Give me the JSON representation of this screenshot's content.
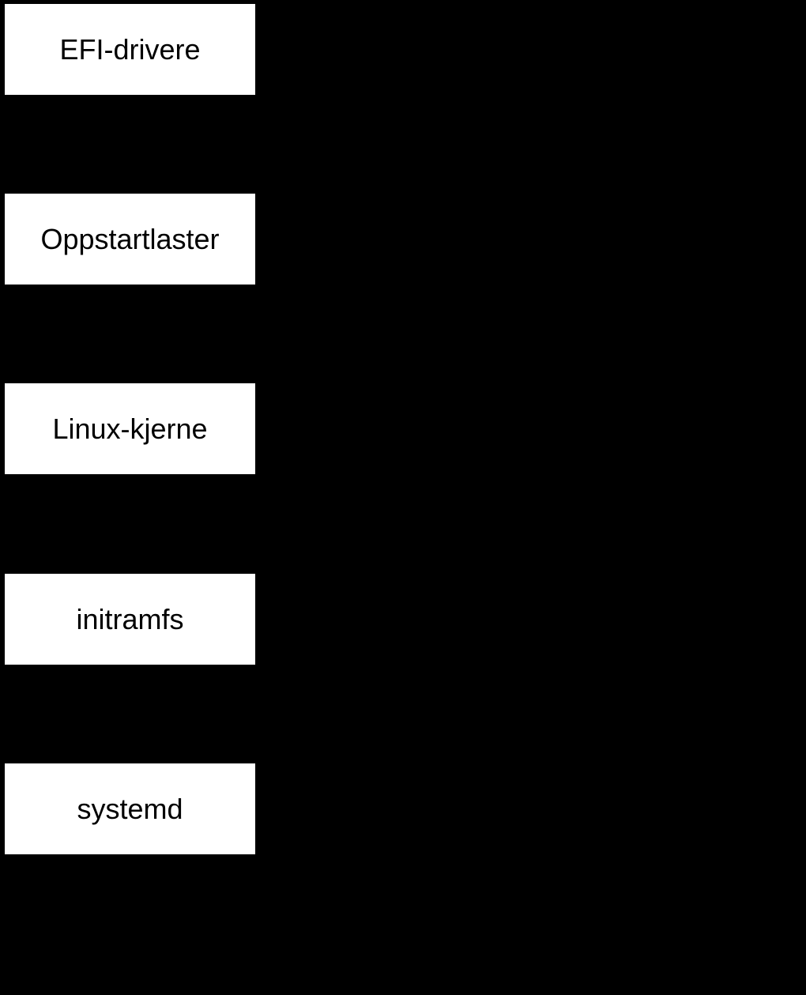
{
  "diagram": {
    "type": "flowchart-vertical",
    "background_color": "#000000",
    "node_fill_color": "#ffffff",
    "node_text_color": "#000000",
    "nodes": [
      {
        "label": "EFI-drivere"
      },
      {
        "label": "Oppstartlaster"
      },
      {
        "label": "Linux-kjerne"
      },
      {
        "label": "initramfs"
      },
      {
        "label": "systemd"
      }
    ]
  }
}
